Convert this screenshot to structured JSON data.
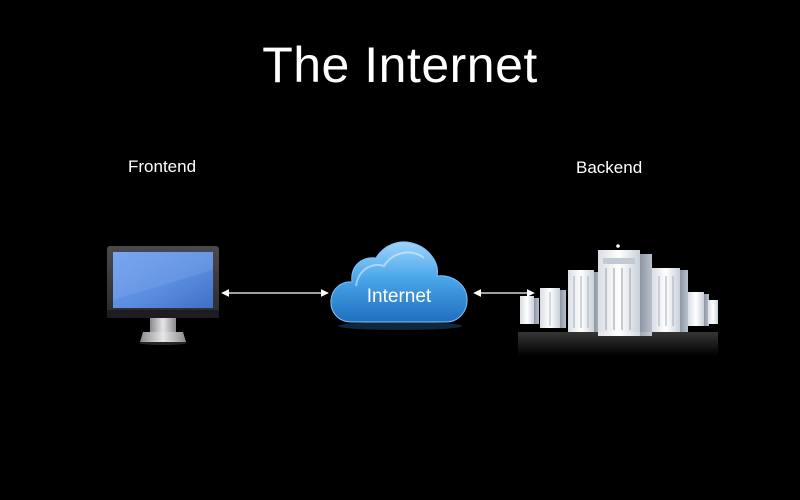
{
  "slide": {
    "title": "The Internet"
  },
  "nodes": {
    "frontend_label": "Frontend",
    "backend_label": "Backend",
    "cloud_label": "Internet"
  },
  "icons": {
    "frontend": "monitor-icon",
    "network": "cloud-icon",
    "backend": "server-rack-icon"
  },
  "colors": {
    "background": "#000000",
    "text": "#ffffff",
    "cloud": "#3d9be0",
    "screen": "#5b8ee0"
  }
}
